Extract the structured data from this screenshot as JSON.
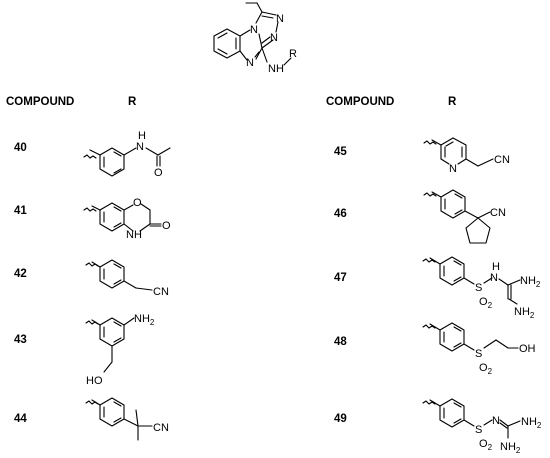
{
  "headers": {
    "left_compound": "COMPOUND",
    "left_r": "R",
    "right_compound": "COMPOUND",
    "right_r": "R"
  },
  "core": {
    "atoms": [
      "N",
      "N",
      "N",
      "N",
      "N",
      "R"
    ],
    "h": "H"
  },
  "compounds": [
    {
      "id": "40",
      "atoms": {
        "n": "N",
        "h": "H",
        "o": "O"
      }
    },
    {
      "id": "41",
      "atoms": {
        "o": "O",
        "nh": "N",
        "h": "H",
        "o2": "O"
      }
    },
    {
      "id": "42",
      "atoms": {
        "cn": "CN"
      }
    },
    {
      "id": "43",
      "atoms": {
        "nh2": "NH",
        "sub": "2",
        "ho": "HO"
      }
    },
    {
      "id": "44",
      "atoms": {
        "cn": "CN"
      }
    },
    {
      "id": "45",
      "atoms": {
        "n": "N",
        "cn": "CN"
      }
    },
    {
      "id": "46",
      "atoms": {
        "cn": "CN"
      }
    },
    {
      "id": "47",
      "atoms": {
        "s": "S",
        "o": "O",
        "sub": "2",
        "n": "N",
        "nh": "N",
        "h": "H",
        "nh2a": "NH",
        "nh2b": "NH",
        "sub2": "2",
        "sub3": "2"
      }
    },
    {
      "id": "48",
      "atoms": {
        "s": "S",
        "o": "O",
        "sub": "2",
        "oh": "OH"
      }
    },
    {
      "id": "49",
      "atoms": {
        "s": "S",
        "o": "O",
        "sub": "2",
        "n": "N",
        "nh2a": "NH",
        "nh2b": "NH",
        "sub2": "2",
        "sub3": "2"
      }
    }
  ]
}
